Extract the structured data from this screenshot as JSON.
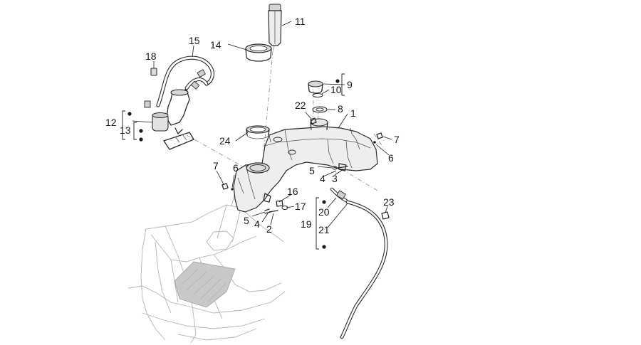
{
  "diagram": {
    "labels": {
      "l1": "1",
      "l2": "2",
      "l3": "3",
      "l4a": "4",
      "l4b": "4",
      "l5a": "5",
      "l5b": "5",
      "l6a": "6",
      "l6b": "6",
      "l7a": "7",
      "l7b": "7",
      "l8": "8",
      "l9": "9",
      "l10": "10",
      "l11": "11",
      "l12": "12",
      "l13": "13",
      "l14": "14",
      "l15": "15",
      "l16": "16",
      "l17": "17",
      "l18": "18",
      "l19": "19",
      "l20": "20",
      "l21": "21",
      "l22": "22",
      "l23": "23",
      "l24": "24"
    }
  }
}
